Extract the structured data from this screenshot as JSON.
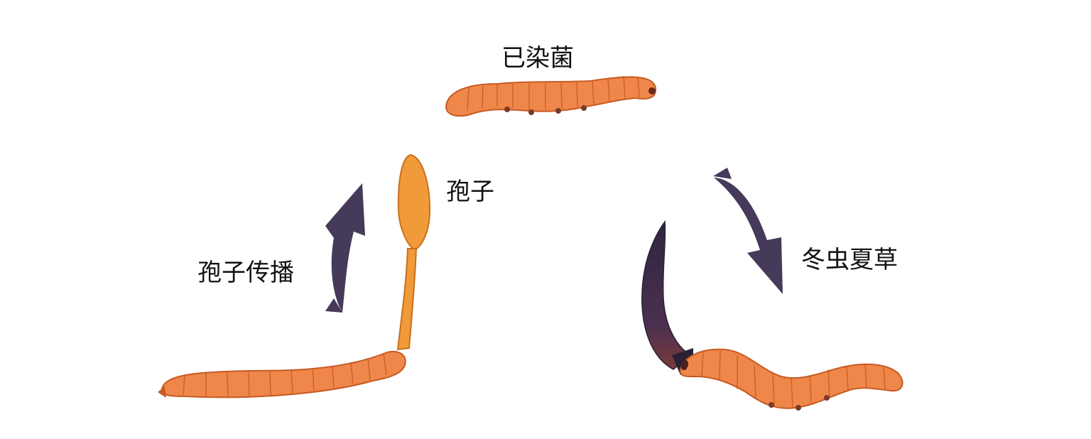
{
  "labels": {
    "infected": "已染菌",
    "spore": "孢子",
    "spread": "孢子传播",
    "cordyceps": "冬虫夏草"
  },
  "colors": {
    "background": "#ffffff",
    "larva_body": "#f0874a",
    "larva_outline": "#c65a22",
    "larva_shadow": "#d9692f",
    "stalk": "#f09a3a",
    "fruiting_body_dark": "#3b2c4a",
    "fruiting_body_brown": "#6a3a4a",
    "arrow": "#453a5a",
    "text": "#111111"
  },
  "icons": {
    "infected_larva": "caterpillar-icon",
    "spore_stalk_larva": "caterpillar-with-spore-stalk-icon",
    "cordyceps_larva": "cordyceps-icon",
    "arrow_down": "curved-arrow-down-icon",
    "arrow_up": "curved-arrow-up-icon"
  }
}
